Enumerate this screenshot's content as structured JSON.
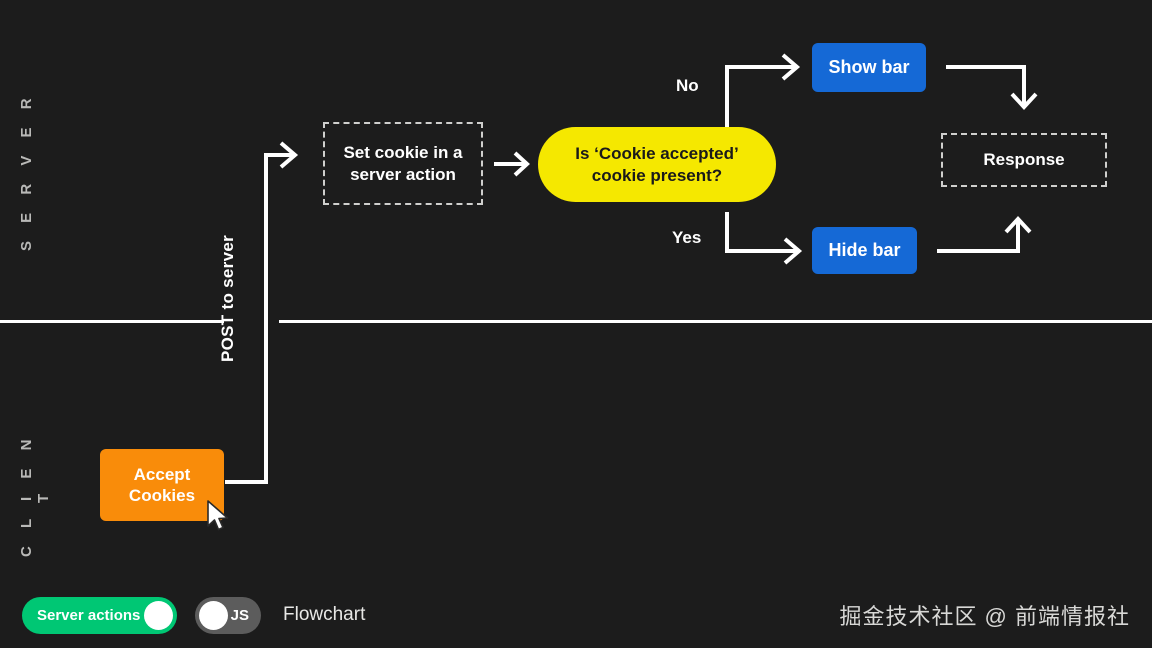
{
  "canvas": {
    "background": "#1c1c1c",
    "line_color": "#ffffff"
  },
  "lanes": [
    {
      "id": "server",
      "label": "S E R V E R"
    },
    {
      "id": "client",
      "label": "C L I E N T"
    }
  ],
  "nodes": {
    "set_cookie": {
      "label": "Set cookie in a server action",
      "line1": "Set cookie in a",
      "line2": "server action",
      "style": "dashed"
    },
    "decision": {
      "line1": "Is ‘Cookie accepted’",
      "line2": "cookie present?",
      "style": "pill",
      "color": "#f5e800"
    },
    "show_bar": {
      "label": "Show bar",
      "style": "solid",
      "color": "#1569d6"
    },
    "hide_bar": {
      "label": "Hide bar",
      "style": "solid",
      "color": "#1569d6"
    },
    "response": {
      "label": "Response",
      "style": "dashed"
    },
    "accept_cookies": {
      "line1": "Accept",
      "line2": "Cookies",
      "style": "solid",
      "color": "#f98c0a"
    }
  },
  "edge_labels": {
    "no": "No",
    "yes": "Yes",
    "post": "POST to server"
  },
  "bottom_bar": {
    "server_actions_toggle": {
      "label": "Server actions",
      "state": "on",
      "color": "#00c774"
    },
    "js_toggle": {
      "label": "JS",
      "state": "off",
      "color": "#5c5c5c"
    },
    "caption": "Flowchart",
    "watermark": "掘金技术社区 @ 前端情报社"
  }
}
